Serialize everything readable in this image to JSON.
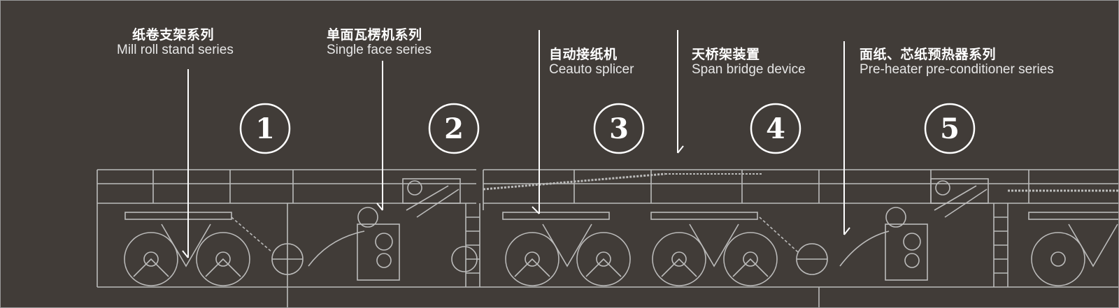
{
  "sections": [
    {
      "number": "①",
      "zh": "纸卷支架系列",
      "en": "Mill roll stand series"
    },
    {
      "number": "②",
      "zh": "单面瓦楞机系列",
      "en": "Single face series"
    },
    {
      "number": "③",
      "zh": "自动接纸机",
      "en": "Ceauto splicer"
    },
    {
      "number": "④",
      "zh": "天桥架装置",
      "en": "Span bridge device"
    },
    {
      "number": "⑤",
      "zh": "面纸、芯纸预热器系列",
      "en": "Pre-heater pre-conditioner series"
    }
  ],
  "colors": {
    "background": "#413c38",
    "line": "#ffffff",
    "machine": "#c9c9c9"
  }
}
